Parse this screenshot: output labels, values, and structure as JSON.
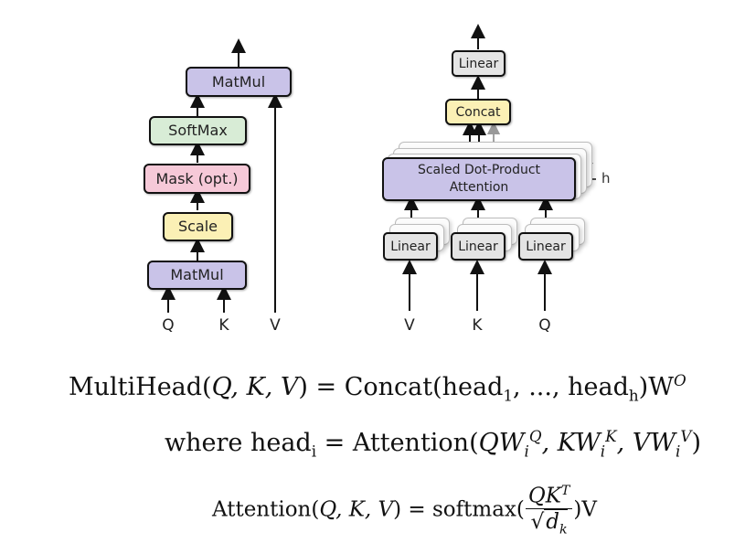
{
  "left_diagram": {
    "matmul_top": "MatMul",
    "softmax": "SoftMax",
    "mask": "Mask (opt.)",
    "scale": "Scale",
    "matmul_bottom": "MatMul",
    "inputs": [
      "Q",
      "K",
      "V"
    ]
  },
  "right_diagram": {
    "linear_top": "Linear",
    "concat": "Concat",
    "attention_line1": "Scaled Dot-Product",
    "attention_line2": "Attention",
    "h_label": "h",
    "linear_boxes": [
      "Linear",
      "Linear",
      "Linear"
    ],
    "inputs": [
      "V",
      "K",
      "Q"
    ]
  },
  "equations": {
    "multihead": {
      "lhs": "MultiHead(",
      "args": "Q, K, V",
      "eq": ") = Concat(head",
      "sub1": "1",
      "mid": ", ..., head",
      "subh": "h",
      "close": ")W",
      "sup": "O"
    },
    "where": {
      "prefix": "where head",
      "sub": "i",
      "eq": " = Attention(",
      "q": "QW",
      "qsub": "i",
      "qsup": "Q",
      "k": ", KW",
      "ksub": "i",
      "ksup": "K",
      "v": ", VW",
      "vsub": "i",
      "vsup": "V",
      "close": ")"
    },
    "attention": {
      "lhs": "Attention(",
      "args": "Q, K, V",
      "eq": ") = softmax(",
      "num": "QK",
      "numsup": "T",
      "den": "d",
      "densub": "k",
      "close": ")V"
    }
  },
  "colors": {
    "matmul": "#c9c3e8",
    "softmax": "#d8ecd6",
    "mask": "#f6c9d8",
    "scale": "#fbf0b5",
    "linear": "#e4e4e4",
    "concat": "#fbf0b5",
    "attention": "#c9c3e8"
  }
}
